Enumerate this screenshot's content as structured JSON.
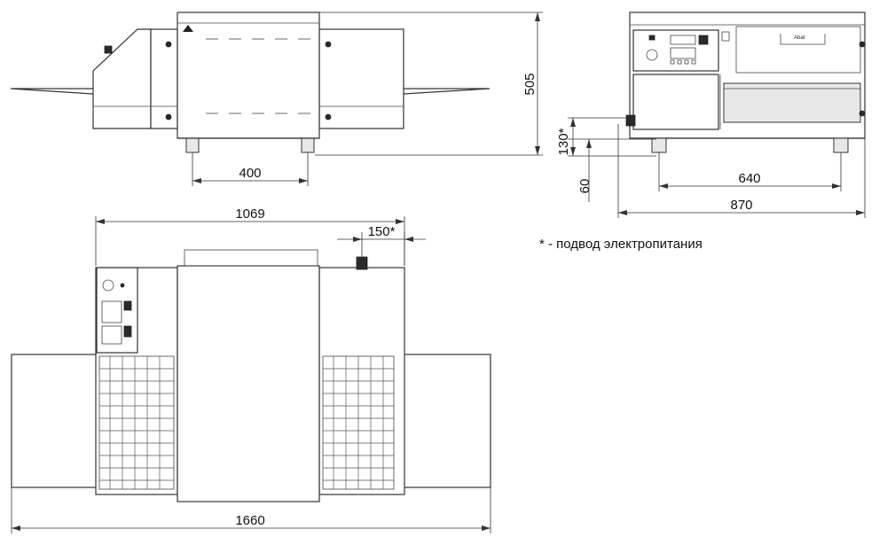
{
  "dimensions": {
    "height_total": "505",
    "feet_spacing_side": "400",
    "power_inlet_height": "130*",
    "feet_height": "60",
    "feet_spacing_front": "640",
    "depth_total": "870",
    "body_length": "1069",
    "power_inlet_offset": "150*",
    "total_length": "1660"
  },
  "note": "* - подвод электропитания"
}
